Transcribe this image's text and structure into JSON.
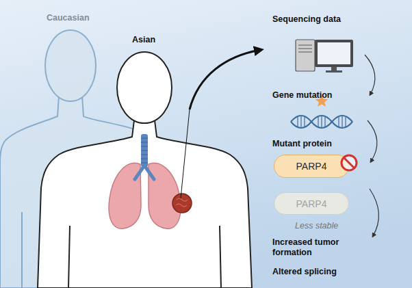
{
  "diagram": {
    "nodes": [
      {
        "text": [
          "PARP4"
        ]
      },
      {
        "text": [
          "PARP4"
        ]
      }
    ],
    "labels": [
      "Caucasian",
      "Asian",
      "Sequencing data",
      "Gene mutation",
      "Mutant protein",
      "Less stable",
      "Increased tumor formation",
      "Altered splicing"
    ]
  }
}
